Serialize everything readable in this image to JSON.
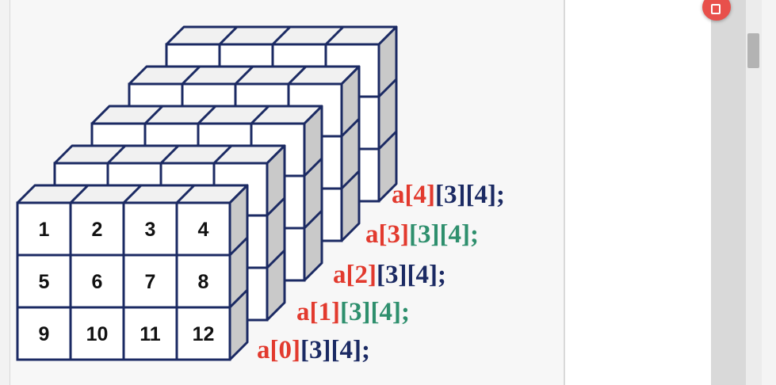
{
  "diagram": {
    "front_grid": [
      [
        "1",
        "2",
        "3",
        "4"
      ],
      [
        "5",
        "6",
        "7",
        "8"
      ],
      [
        "9",
        "10",
        "11",
        "12"
      ]
    ],
    "layer_labels": [
      {
        "parts": [
          "a[0]",
          "[3]",
          "[4]",
          ";"
        ],
        "colors": [
          "#e23a2e",
          "#1b2a63",
          "#1b2a63",
          "#1b2a63"
        ]
      },
      {
        "parts": [
          "a[1]",
          "[3]",
          "[4]",
          ";"
        ],
        "colors": [
          "#e23a2e",
          "#2e8f6d",
          "#2e8f6d",
          "#2e8f6d"
        ]
      },
      {
        "parts": [
          "a[2]",
          "[3]",
          "[4]",
          ";"
        ],
        "colors": [
          "#e23a2e",
          "#1b2a63",
          "#1b2a63",
          "#1b2a63"
        ]
      },
      {
        "parts": [
          "a[3]",
          "[3]",
          "[4]",
          ";"
        ],
        "colors": [
          "#e23a2e",
          "#2e8f6d",
          "#2e8f6d",
          "#2e8f6d"
        ]
      },
      {
        "parts": [
          "a[4]",
          "[3]",
          "[4]",
          ";"
        ],
        "colors": [
          "#e23a2e",
          "#1b2a63",
          "#1b2a63",
          "#1b2a63"
        ]
      }
    ],
    "colors": {
      "outline": "#1b2a63",
      "face": "#ffffff",
      "top": "#f1f1f1",
      "side": "#c9c9c9"
    }
  },
  "toolbar": {
    "badge_icon": "document-icon"
  }
}
